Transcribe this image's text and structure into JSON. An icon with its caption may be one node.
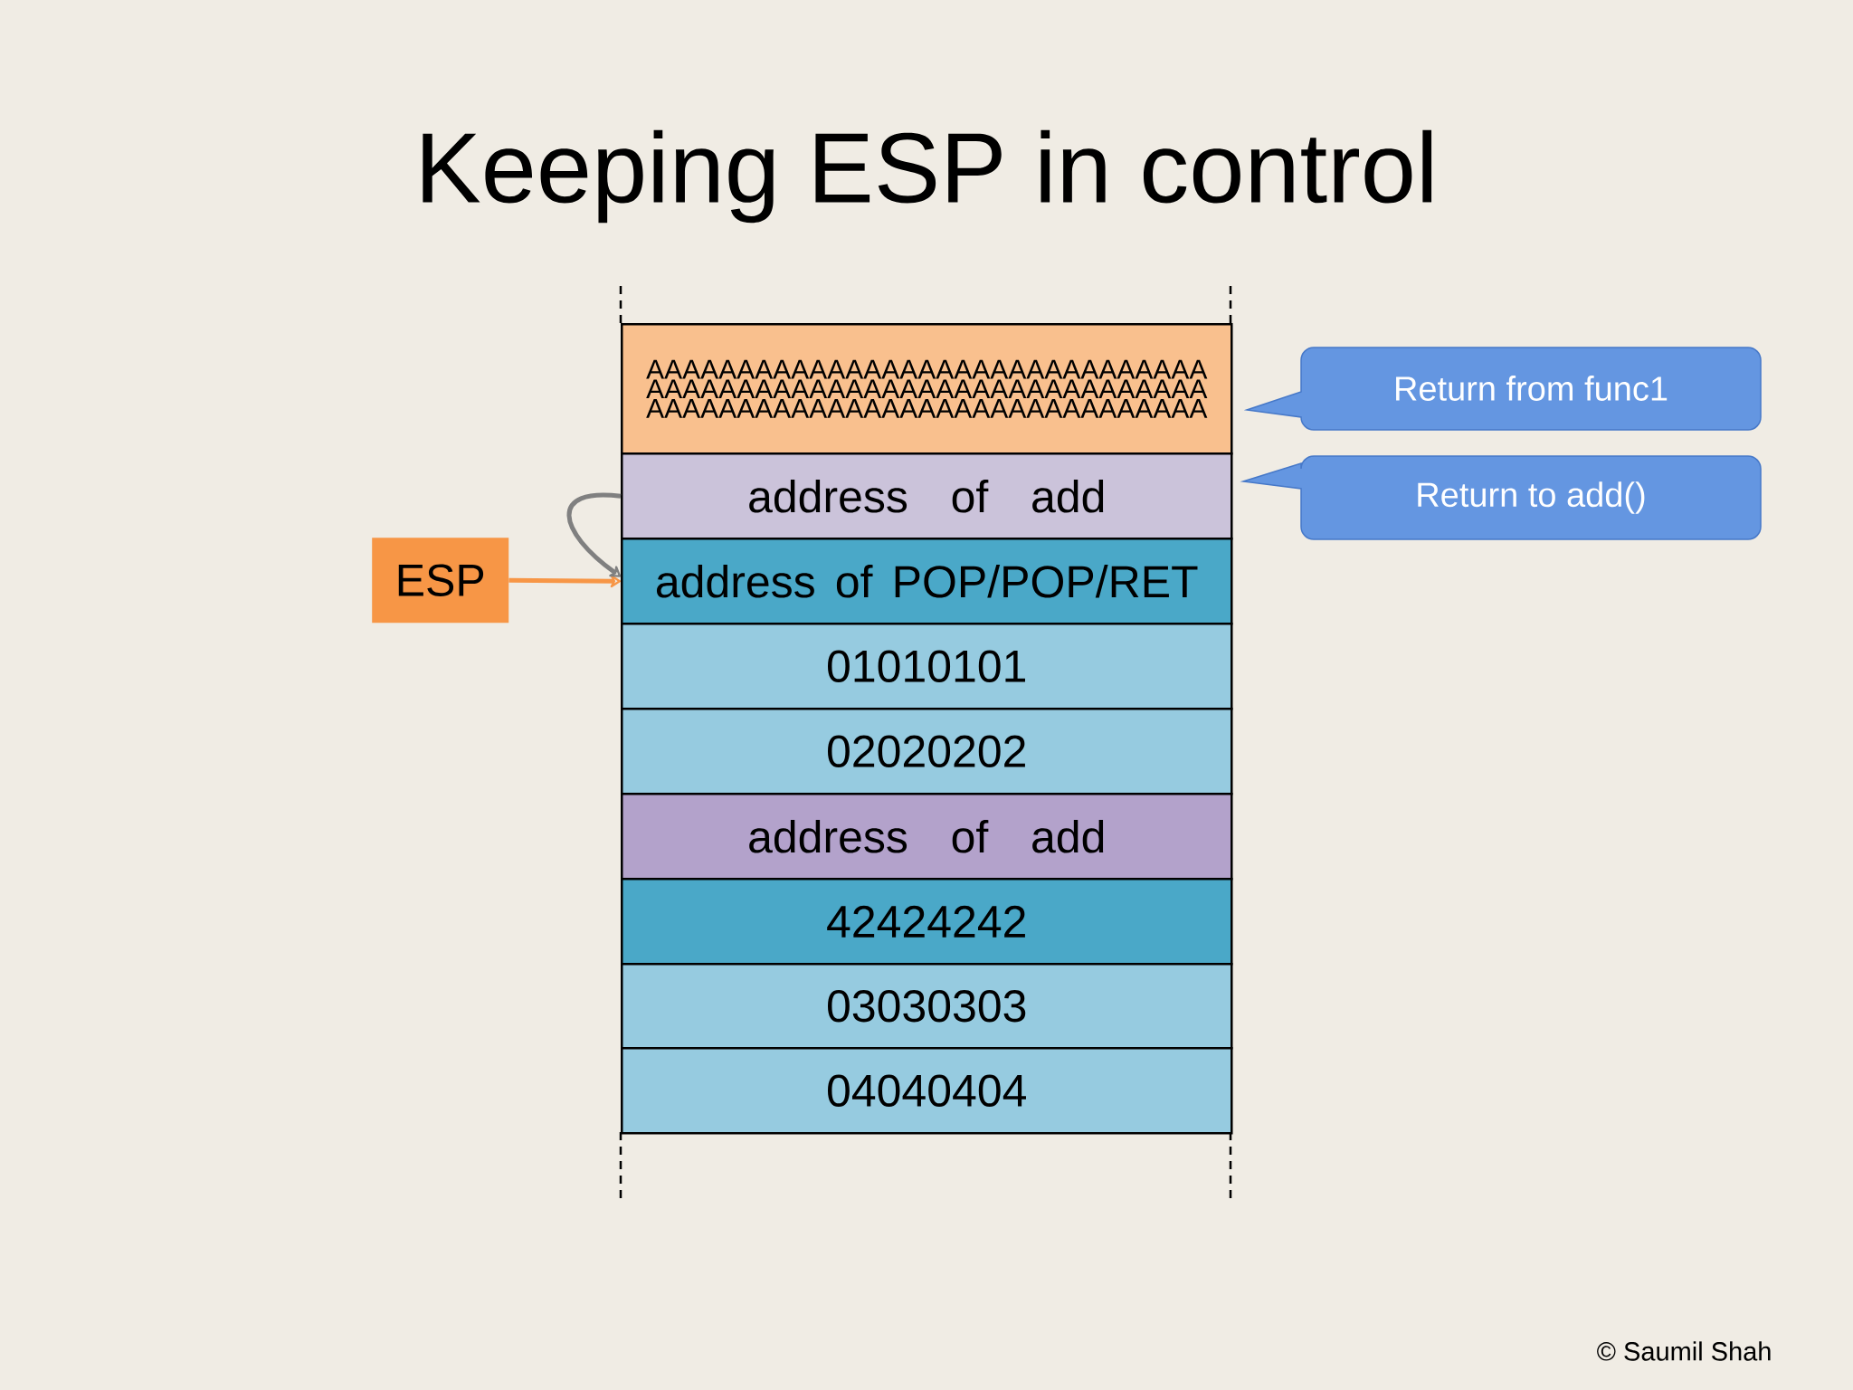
{
  "diagram": {
    "title": "Keeping ESP in control",
    "nodes": [
      {
        "text": [
          "AAAAAAAAAAAAAAAAAAAAAAAAAAAAAAA AAAAAAAAAAAAAAAAAAAAAAAAAAAAAAA AAAAAAAAAAAAAAAAAAAAAAAAAAAAAAA"
        ]
      },
      {
        "text": [
          "address of add"
        ]
      },
      {
        "text": [
          "address of POP/POP/RET"
        ]
      },
      {
        "text": [
          "01010101"
        ]
      },
      {
        "text": [
          "02020202"
        ]
      },
      {
        "text": [
          "address of add"
        ]
      },
      {
        "text": [
          "42424242"
        ]
      },
      {
        "text": [
          "03030303"
        ]
      },
      {
        "text": [
          "04040404"
        ]
      },
      {
        "text": [
          "ESP"
        ]
      },
      {
        "text": [
          "Return from func1"
        ]
      },
      {
        "text": [
          "Return to add()"
        ]
      }
    ],
    "edges": [
      {
        "from": 9,
        "to": 2,
        "arrow": "to",
        "color": "#f79646"
      },
      {
        "from": 1,
        "to": 2,
        "arrow": "to",
        "color": "#808080"
      }
    ],
    "labels": [
      "© Saumil Shah"
    ]
  }
}
